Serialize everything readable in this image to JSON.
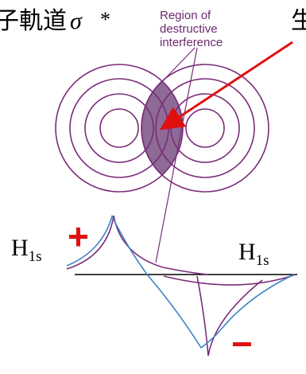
{
  "title": {
    "prefix": "子軌道",
    "sigma": "σ",
    "star": "*"
  },
  "region_label": {
    "line1": "Region of",
    "line2": "destructive",
    "line3": "interference"
  },
  "right_fragment": "生",
  "labels": {
    "left_atom": "H",
    "left_sub": "1s",
    "right_atom": "H",
    "right_sub": "1s",
    "plus": "+",
    "minus": "−"
  },
  "colors": {
    "orbital_line": "#7a2c78",
    "region_fill": "#8e6a96",
    "arrow": "#e01010",
    "sign": "#e01010",
    "curve_blue": "#3f82c4",
    "callout_text": "#6a2a6e",
    "axis": "#000000"
  }
}
